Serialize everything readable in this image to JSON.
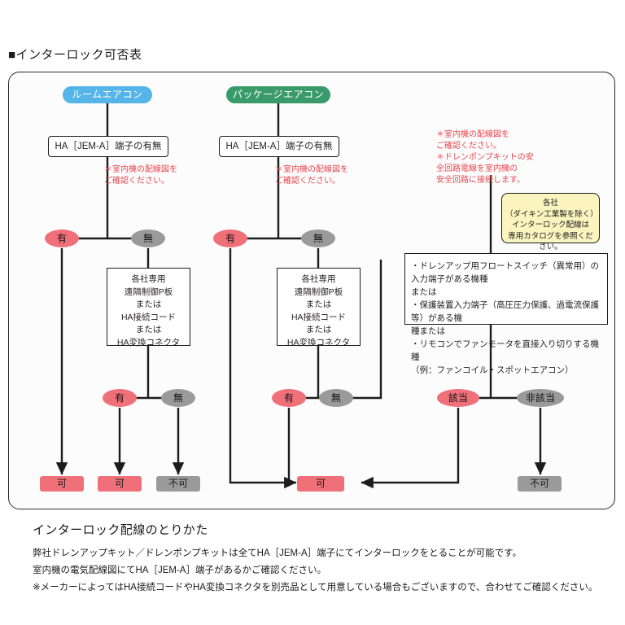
{
  "page": {
    "title": "■インターロック可否表"
  },
  "colors": {
    "room_badge": "#55b4e8",
    "package_badge": "#3a9b6a",
    "yes": "#ef7079",
    "no": "#9a9a9a",
    "note_red": "#e8464f",
    "yellow_note": "#fbf4bf",
    "line": "#1c1c1c"
  },
  "headers": [
    {
      "id": "room",
      "label": "ルームエアコン"
    },
    {
      "id": "package",
      "label": "パッケージエアコン"
    }
  ],
  "questions": [
    {
      "id": "q-room",
      "label": "HA［JEM-A］端子の有無"
    },
    {
      "id": "q-package",
      "label": "HA［JEM-A］端子の有無"
    }
  ],
  "red_notes": [
    {
      "id": "note-room",
      "text": "＊室内機の配線図を\n  ご確認ください。"
    },
    {
      "id": "note-package",
      "text": "＊室内機の配線図を\n  ご確認ください。"
    },
    {
      "id": "note-right",
      "text": "＊室内機の配線図を\n  ご確認ください。\n＊ドレンポンプキットの安\n  全回路電線を室内機の\n  安全回路に接続します。"
    }
  ],
  "yellow_note": {
    "lines": [
      "各社",
      "（ダイキン工業製を除く）",
      "インターロック配線は",
      "専用カタログを参照ください。"
    ]
  },
  "decision_nodes": [
    {
      "id": "room-r1-yes",
      "label": "有",
      "state": "yes"
    },
    {
      "id": "room-r1-no",
      "label": "無",
      "state": "no"
    },
    {
      "id": "room-r2-yes",
      "label": "有",
      "state": "yes"
    },
    {
      "id": "room-r2-no",
      "label": "無",
      "state": "no"
    },
    {
      "id": "pkg-r1-yes",
      "label": "有",
      "state": "yes"
    },
    {
      "id": "pkg-r1-no",
      "label": "無",
      "state": "no"
    },
    {
      "id": "pkg-r2-yes",
      "label": "有",
      "state": "yes"
    },
    {
      "id": "pkg-r2-no",
      "label": "無",
      "state": "no"
    },
    {
      "id": "crit-match",
      "label": "該当",
      "state": "yes"
    },
    {
      "id": "crit-nomatch",
      "label": "非該当",
      "state": "no"
    }
  ],
  "adapter_boxes": [
    {
      "id": "adapter-room",
      "lines": [
        "各社専用",
        "遠隔制御P板",
        "または",
        "HA接続コード",
        "または",
        "HA変換コネクタ"
      ]
    },
    {
      "id": "adapter-package",
      "lines": [
        "各社専用",
        "遠隔制御P板",
        "または",
        "HA接続コード",
        "または",
        "HA変換コネクタ"
      ]
    }
  ],
  "criteria_box": {
    "id": "criteria",
    "lines": [
      "・ドレンアップ用フロートスイッチ（異常用）の入力端子がある機種",
      "  または",
      "・保護装置入力端子（高圧圧力保護、過電流保護等）がある機",
      "  種または",
      "・リモコンでファンモータを直接入り切りする機種",
      "  （例：ファンコイル・スポットエアコン）"
    ]
  },
  "results": [
    {
      "id": "result-room-ha",
      "label": "可",
      "state": "ok"
    },
    {
      "id": "result-room-adapter",
      "label": "可",
      "state": "ok"
    },
    {
      "id": "result-room-none",
      "label": "不可",
      "state": "ng"
    },
    {
      "id": "result-package",
      "label": "可",
      "state": "ok"
    },
    {
      "id": "result-none",
      "label": "不可",
      "state": "ng"
    }
  ],
  "caption": {
    "heading": "インターロック配線のとりかた",
    "lines": [
      "弊社ドレンアップキット／ドレンポンプキットは全てHA［JEM-A］端子にてインターロックをとることが可能です。",
      "室内機の電気配線図にてHA［JEM-A］端子があるかご確認ください。",
      "※メーカーによってはHA接続コードやHA変換コネクタを別売品として用意している場合もございますので、合わせてご確認ください。"
    ]
  }
}
